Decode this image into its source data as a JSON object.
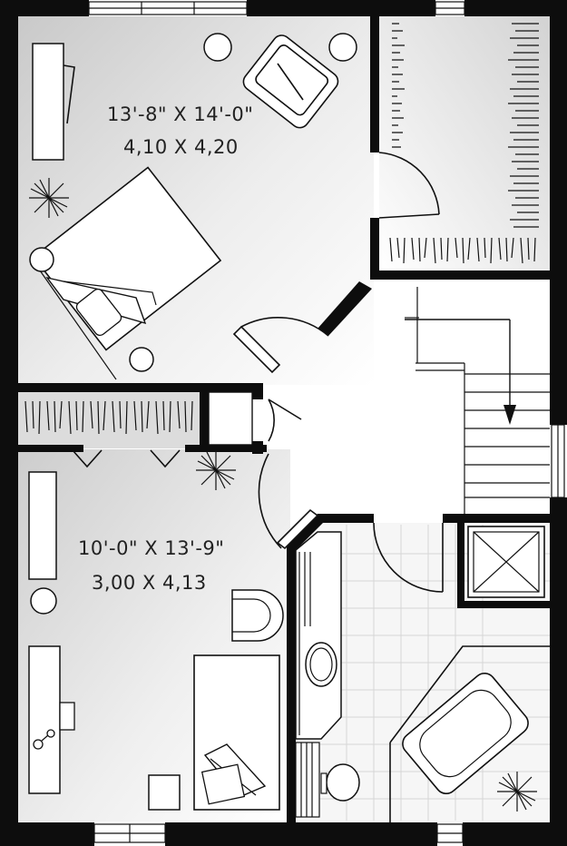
{
  "plan": {
    "colors": {
      "wall": "#0d0d0d",
      "room_fill_light": "#f4f4f4",
      "room_fill_dark": "#cfcfcf",
      "line": "#111111",
      "background": "#ffffff"
    },
    "rooms": [
      {
        "name": "bedroom-1",
        "dim_imperial": "13'-8\" X 14'-0\"",
        "dim_metric": "4,10 X 4,20"
      },
      {
        "name": "bedroom-2",
        "dim_imperial": "10'-0\" X 13'-9\"",
        "dim_metric": "3,00 X 4,13"
      }
    ],
    "icons": [
      "ceiling-light-icon",
      "stairs-down-arrow-icon",
      "bed-icon",
      "sofa-icon",
      "toilet-icon",
      "sink-icon",
      "bathtub-icon",
      "shower-icon",
      "chair-icon",
      "door-swing-icon",
      "window-icon",
      "closet-rod-icon"
    ]
  }
}
